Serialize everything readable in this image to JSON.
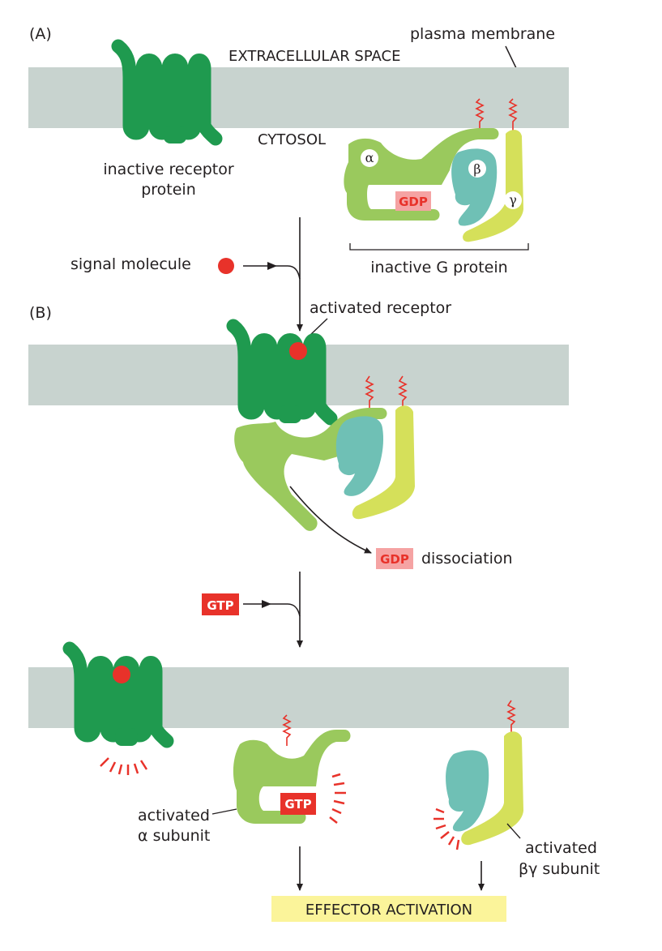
{
  "panels": {
    "a": {
      "label": "(A)"
    },
    "b": {
      "label": "(B)"
    }
  },
  "regions": {
    "extracellular": "EXTRACELLULAR SPACE",
    "cytosol": "CYTOSOL"
  },
  "labels": {
    "plasma_membrane": "plasma membrane",
    "inactive_receptor_line1": "inactive receptor",
    "inactive_receptor_line2": "protein",
    "inactive_g_protein": "inactive G protein",
    "signal_molecule": "signal molecule",
    "activated_receptor": "activated receptor",
    "gdp_dissociation": "dissociation",
    "activated_alpha_line1": "activated",
    "activated_alpha_line2": "α subunit",
    "activated_by_line1": "activated",
    "activated_by_line2": "βγ subunit",
    "effector_activation": "EFFECTOR ACTIVATION"
  },
  "subunits": {
    "alpha": "α",
    "beta": "β",
    "gamma": "γ"
  },
  "nucleotides": {
    "gdp": "GDP",
    "gtp": "GTP"
  },
  "colors": {
    "membrane": "#c8d3cf",
    "receptor": "#1f9a4f",
    "alpha": "#9ac95d",
    "beta": "#6fc0b5",
    "gamma": "#d5e05a",
    "signal": "#e8322a",
    "gdp_box": "#f5a3a3",
    "gtp_box": "#e8322a",
    "effector_box": "#fbf49a"
  }
}
